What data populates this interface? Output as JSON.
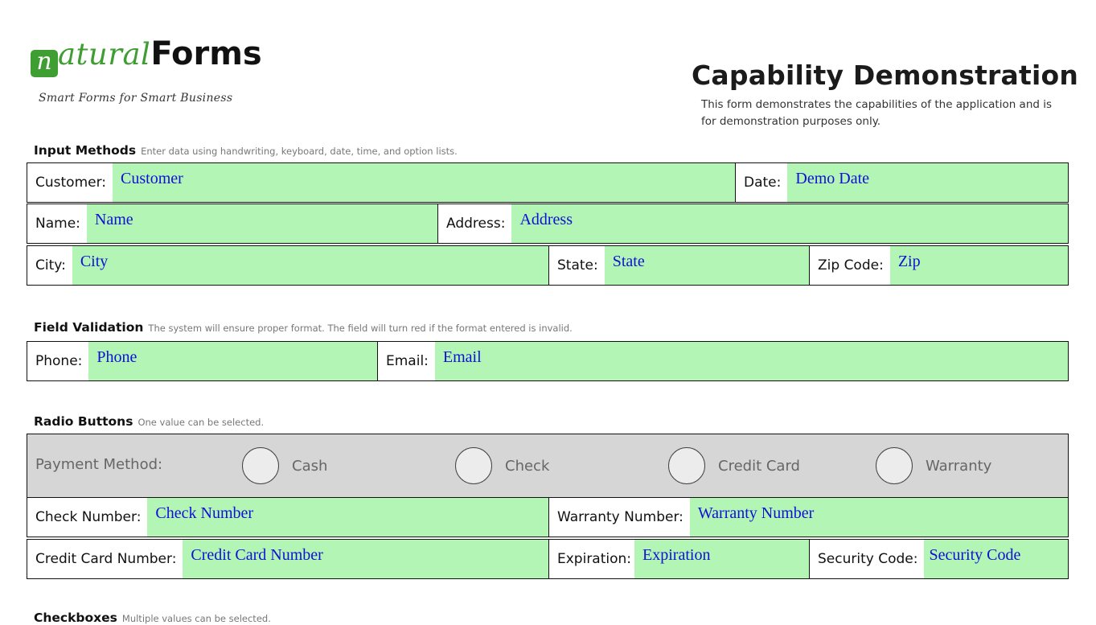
{
  "logo": {
    "letter": "n",
    "word": "atural",
    "brand": "Forms",
    "tagline": "Smart Forms for Smart Business"
  },
  "header": {
    "title": "Capability Demonstration",
    "description": "This form demonstrates the capabilities of the application and is for demonstration purposes only."
  },
  "sections": {
    "input_methods": {
      "title": "Input Methods",
      "desc": "Enter data using handwriting, keyboard, date, time, and option lists."
    },
    "field_validation": {
      "title": "Field Validation",
      "desc": "The system will ensure proper format. The field will turn red if the format entered is invalid."
    },
    "radio_buttons": {
      "title": "Radio Buttons",
      "desc": "One value can be selected."
    },
    "checkboxes": {
      "title": "Checkboxes",
      "desc": "Multiple values can be selected."
    }
  },
  "fields": {
    "customer": {
      "label": "Customer:",
      "value": "Customer"
    },
    "date": {
      "label": "Date:",
      "value": "Demo Date"
    },
    "name": {
      "label": "Name:",
      "value": "Name"
    },
    "address": {
      "label": "Address:",
      "value": "Address"
    },
    "city": {
      "label": "City:",
      "value": "City"
    },
    "state": {
      "label": "State:",
      "value": "State"
    },
    "zip": {
      "label": "Zip Code:",
      "value": "Zip"
    },
    "phone": {
      "label": "Phone:",
      "value": "Phone"
    },
    "email": {
      "label": "Email:",
      "value": "Email"
    },
    "check_number": {
      "label": "Check Number:",
      "value": "Check Number"
    },
    "warranty_number": {
      "label": "Warranty Number:",
      "value": "Warranty Number"
    },
    "credit_card_number": {
      "label": "Credit Card Number:",
      "value": "Credit Card Number"
    },
    "expiration": {
      "label": "Expiration:",
      "value": "Expiration"
    },
    "security_code": {
      "label": "Security Code:",
      "value": "Security Code"
    }
  },
  "payment": {
    "label": "Payment Method:",
    "options": [
      "Cash",
      "Check",
      "Credit Card",
      "Warranty"
    ]
  },
  "colors": {
    "field_fill": "#b2f5b4",
    "field_text": "#1010d6",
    "radio_row_fill": "#d6d6d6",
    "brand_green": "#3f9e32"
  }
}
